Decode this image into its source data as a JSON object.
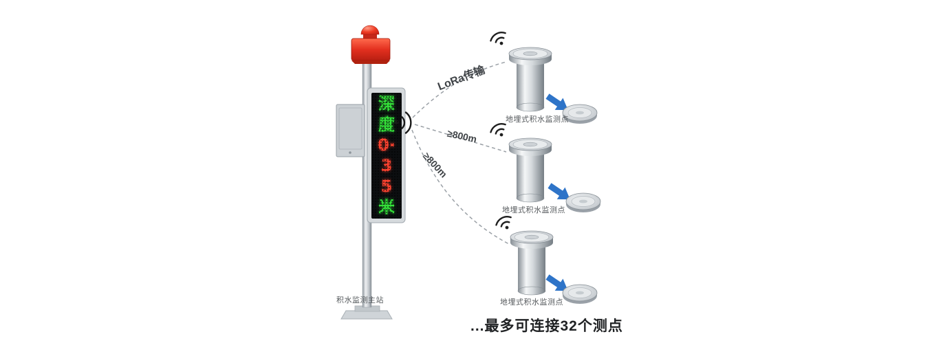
{
  "master_station": {
    "label": "积水监测主站"
  },
  "display": {
    "lines": [
      "深",
      "度",
      "0·",
      "3",
      "5",
      "米"
    ],
    "line_colors": [
      "green",
      "green",
      "red",
      "red",
      "red",
      "green"
    ],
    "led_green": "#35e23a",
    "led_red": "#ff4330"
  },
  "links": [
    {
      "label": "LoRa传输"
    },
    {
      "label": "≥800m"
    },
    {
      "label": "≥800m"
    }
  ],
  "sensors": [
    {
      "label": "地埋式积水监测点"
    },
    {
      "label": "地埋式积水监测点"
    },
    {
      "label": "地埋式积水监测点"
    }
  ],
  "footer": "...最多可连接32个测点",
  "colors": {
    "alarm_red": "#e3301f",
    "arrow_blue": "#2e74c8",
    "steel_light": "#eef0f2",
    "steel_dark": "#868e95",
    "dash_gray": "#9aa0a6",
    "label_gray": "#55595c",
    "footer_dark": "#202224"
  }
}
